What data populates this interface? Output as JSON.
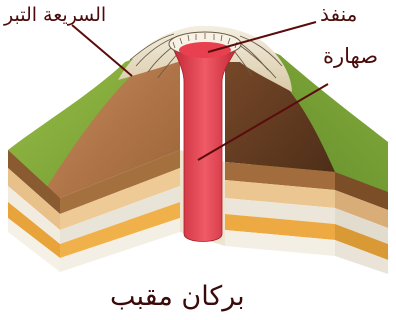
{
  "labels": {
    "tephra": "السريعة التبر",
    "vent": "منفذ",
    "magma": "صهارة",
    "title": "بركان مقبب"
  },
  "colors": {
    "magma": "#e03a48",
    "vegetation": "#7aa43a",
    "cone_slope": "#b07a50",
    "leader_lines": "#5a0c0c",
    "layer_tan": "#e8c08a",
    "layer_cream": "#f2ece0",
    "layer_orange": "#e8a43a"
  }
}
